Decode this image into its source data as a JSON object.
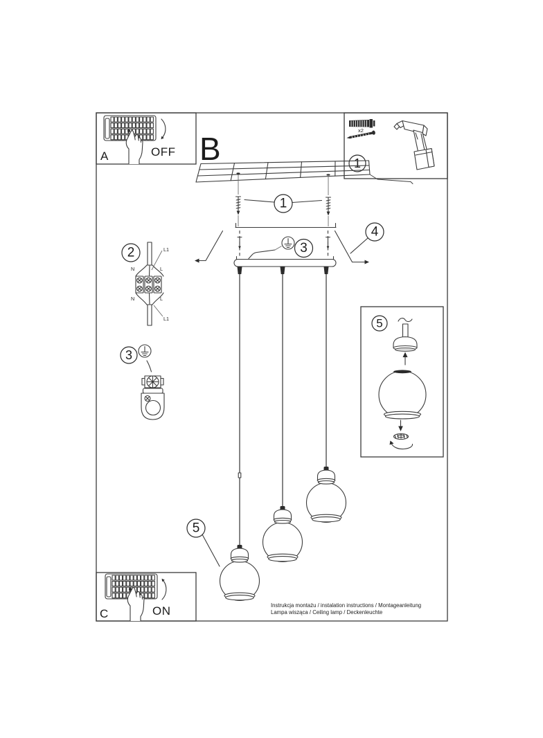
{
  "ink_color": "#3a3a3a",
  "panel_a": {
    "label": "A",
    "state": "OFF"
  },
  "panel_b": {
    "label": "B"
  },
  "panel_c": {
    "label": "C",
    "state": "ON"
  },
  "parts_box": {
    "step": "1",
    "screw_qty": "x2"
  },
  "wiring_detail": {
    "step": "2",
    "l1_top": "L1",
    "n_top": "N",
    "l_top": "L",
    "n_bottom": "N",
    "l_bottom": "L",
    "l1_bottom": "L1"
  },
  "ground_detail": {
    "step": "3"
  },
  "assembly": {
    "anchor_callout": "1",
    "ground_callout": "3",
    "canopy_callout": "4",
    "shade_callout": "5"
  },
  "shade_detail": {
    "step": "5"
  },
  "footer": {
    "line1": "Instrukcja montażu / instalation instructions / Montageanleitung",
    "line2": "Lampa wisząca / Ceiling lamp / Deckenleuchte"
  }
}
